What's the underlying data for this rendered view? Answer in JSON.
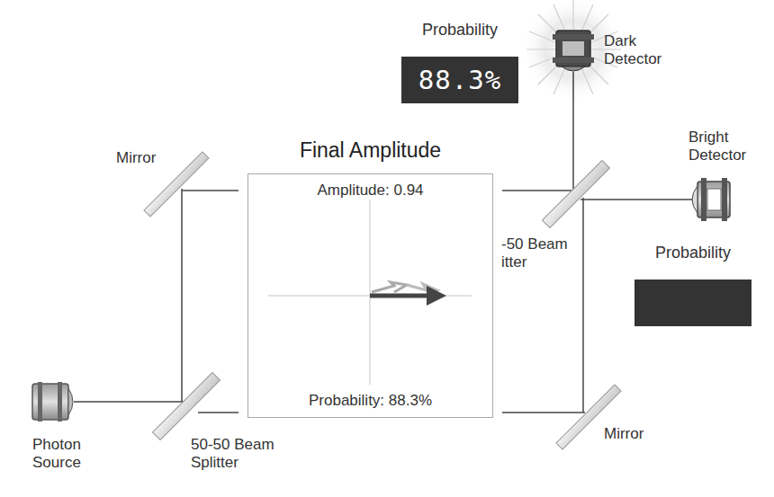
{
  "diagram": {
    "nodes": [
      {
        "text": [
          "Final Amplitude",
          "Amplitude: 0.94",
          "Probability: 88.3%"
        ]
      },
      {
        "text": [
          "Probability",
          "88.3%"
        ]
      },
      {
        "text": [
          "Probability"
        ]
      }
    ],
    "labels": [
      "Mirror",
      "Dark Detector",
      "-50 Beam itter",
      "Bright Detector",
      "Mirror",
      "Photon Source",
      "50-50 Beam Splitter"
    ]
  }
}
